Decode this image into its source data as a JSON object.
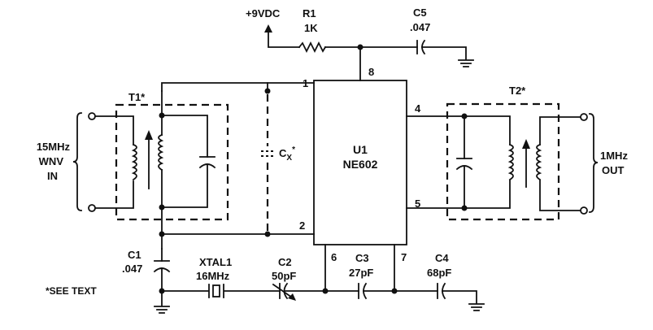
{
  "diagram": {
    "type": "schematic",
    "ic": {
      "ref": "U1",
      "part": "NE602",
      "pins": [
        "1",
        "2",
        "4",
        "5",
        "6",
        "7",
        "8"
      ]
    },
    "power": {
      "label": "+9VDC"
    },
    "components": {
      "R1": {
        "ref": "R1",
        "value": "1K"
      },
      "C5": {
        "ref": "C5",
        "value": ".047"
      },
      "C1": {
        "ref": "C1",
        "value": ".047"
      },
      "XTAL1": {
        "ref": "XTAL1",
        "value": "16MHz"
      },
      "C2": {
        "ref": "C2",
        "value": "50pF"
      },
      "C3": {
        "ref": "C3",
        "value": "27pF"
      },
      "C4": {
        "ref": "C4",
        "value": "68pF"
      },
      "T1": {
        "ref": "T1*"
      },
      "T2": {
        "ref": "T2*"
      },
      "CX": {
        "ref": "C",
        "sub": "X",
        "star": "*"
      }
    },
    "input": {
      "line1": "15MHz",
      "line2": "WNV",
      "line3": "IN"
    },
    "output": {
      "line1": "1MHz",
      "line2": "OUT"
    },
    "note": "*SEE TEXT"
  }
}
